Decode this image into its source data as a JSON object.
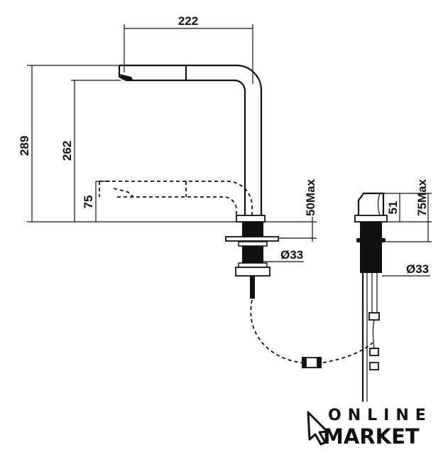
{
  "drawing": {
    "dimensions": {
      "spout_reach": "222",
      "total_height": "289",
      "spout_height": "262",
      "pulled_height": "75",
      "counter_max_faucet": "50Max",
      "faucet_hole_diameter": "Ø33",
      "dispenser_height": "51",
      "counter_max_dispenser": "75Max",
      "dispenser_hole_diameter": "Ø33"
    }
  },
  "logo": {
    "line1": "ONLINE",
    "line2": "MARKET"
  }
}
